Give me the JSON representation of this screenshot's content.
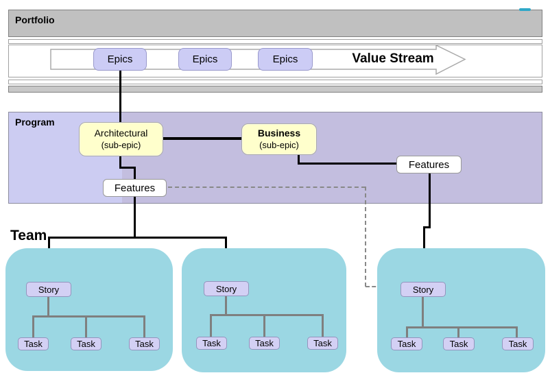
{
  "colors": {
    "gray_bar": "#c0c0c0",
    "gray_bar_border": "#808080",
    "band_border": "#a0a0a0",
    "epic_fill": "#ccccf5",
    "epic_border": "#9999cc",
    "program_left_fill": "#ccccf2",
    "program_right_fill": "#c3bedf",
    "subepic_fill": "#ffffcc",
    "subepic_border": "#aaaaaa",
    "feature_border": "#999999",
    "team_fill": "#9bd7e3",
    "node_fill": "#d3d0f4",
    "node_border": "#9494bd",
    "connector_black": "#000000",
    "connector_gray": "#7f7f7f",
    "dashed_gray": "#888888",
    "teal_mark": "#2fa8c8"
  },
  "portfolio": {
    "label": "Portfolio"
  },
  "value_stream": {
    "arrow_label": "Value Stream",
    "epics": [
      "Epics",
      "Epics",
      "Epics"
    ]
  },
  "program": {
    "label": "Program",
    "architectural": {
      "title": "Architectural",
      "subtitle": "(sub-epic)"
    },
    "business": {
      "title": "Business",
      "subtitle": "(sub-epic)"
    },
    "features_left": "Features",
    "features_right": "Features"
  },
  "team": {
    "label": "Team",
    "teams": [
      {
        "story": "Story",
        "tasks": [
          "Task",
          "Task",
          "Task"
        ]
      },
      {
        "story": "Story",
        "tasks": [
          "Task",
          "Task",
          "Task"
        ]
      },
      {
        "story": "Story",
        "tasks": [
          "Task",
          "Task",
          "Task"
        ]
      }
    ]
  }
}
